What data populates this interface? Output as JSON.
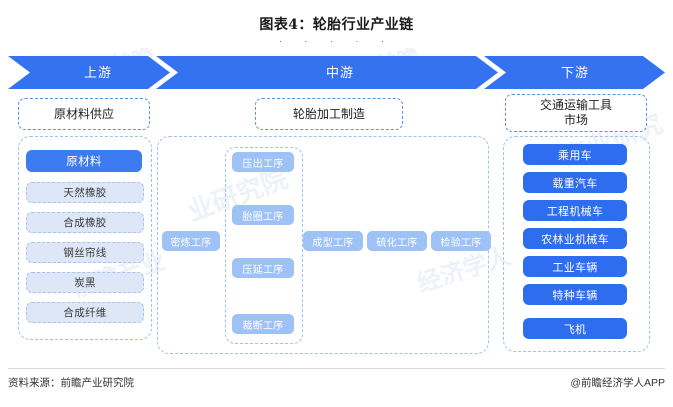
{
  "title": "图表4：轮胎行业产业链",
  "dots": "·  ·  ·  ·  ·",
  "banner": {
    "upstream": "上游",
    "midstream": "中游",
    "downstream": "下游",
    "color": "#3572f0"
  },
  "upstream": {
    "header": "原材料供应",
    "primary": "原材料",
    "items": [
      "天然橡胶",
      "合成橡胶",
      "钢丝帘线",
      "炭黑",
      "合成纤维"
    ]
  },
  "midstream": {
    "header": "轮胎加工制造",
    "first_process": "密炼工序",
    "inner_processes": [
      "压出工序",
      "胎圈工序",
      "压延工序",
      "裁断工序"
    ],
    "final_processes": [
      "成型工序",
      "硫化工序",
      "检验工序"
    ]
  },
  "downstream": {
    "header": "交通运输工具\n市场",
    "header_line1": "交通运输工具",
    "header_line2": "市场",
    "items": [
      "乘用车",
      "载重汽车",
      "工程机械车",
      "农林业机械车",
      "工业车辆",
      "特种车辆",
      "飞机"
    ]
  },
  "footer": {
    "source": "资料来源：前瞻产业研究院",
    "app": "@前瞻经济学人APP"
  },
  "watermarks": [
    "前瞻",
    "前瞻",
    "前瞻",
    "产业研究院",
    "前瞻产业",
    "前瞻"
  ]
}
